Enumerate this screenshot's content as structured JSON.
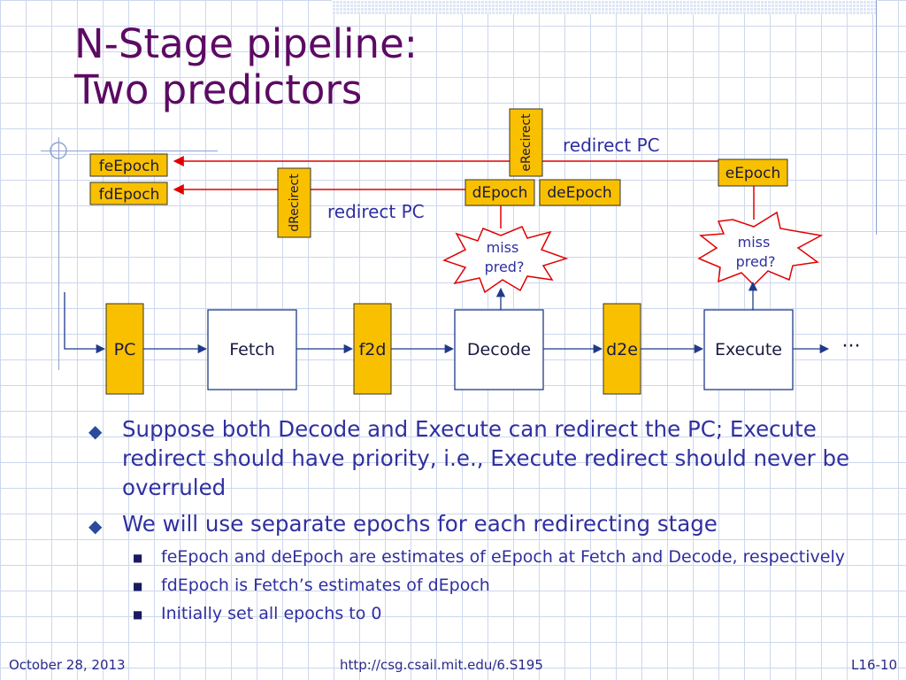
{
  "title": {
    "line1": "N-Stage pipeline:",
    "line2": "Two predictors"
  },
  "diagram": {
    "registers": {
      "pc": "PC",
      "f2d": "f2d",
      "d2e": "d2e",
      "feEpoch": "feEpoch",
      "fdEpoch": "fdEpoch",
      "dEpoch": "dEpoch",
      "deEpoch": "deEpoch",
      "eEpoch": "eEpoch"
    },
    "stages": {
      "fetch": "Fetch",
      "decode": "Decode",
      "execute": "Execute"
    },
    "rotated_labels": {
      "eRecirect": "eRecirect",
      "dRecirect": "dRecirect"
    },
    "redirect_labels": {
      "execute": "redirect PC",
      "decode": "redirect PC"
    },
    "mispredict": {
      "decode": {
        "line1": "miss",
        "line2": "pred?"
      },
      "execute": {
        "line1": "miss",
        "line2": "pred?"
      }
    },
    "continuation": "···",
    "colors": {
      "register_fill": "#f9c000",
      "redirect_arrow": "#e00000",
      "flow_arrow": "#1f3a8a",
      "title": "#5c0a63"
    }
  },
  "bullets": [
    {
      "text": "Suppose both Decode and Execute can redirect the PC; Execute redirect should have priority, i.e., Execute redirect should never be overruled"
    },
    {
      "text": "We will use separate epochs for each redirecting stage"
    }
  ],
  "sub_bullets": [
    {
      "text": "feEpoch and deEpoch are estimates of eEpoch at Fetch and Decode, respectively"
    },
    {
      "text": "fdEpoch is Fetch’s estimates of dEpoch"
    },
    {
      "text": "Initially set all epochs to 0"
    }
  ],
  "footer": {
    "date": "October 28, 2013",
    "url": "http://csg.csail.mit.edu/6.S195",
    "slide_number": "L16-10"
  }
}
